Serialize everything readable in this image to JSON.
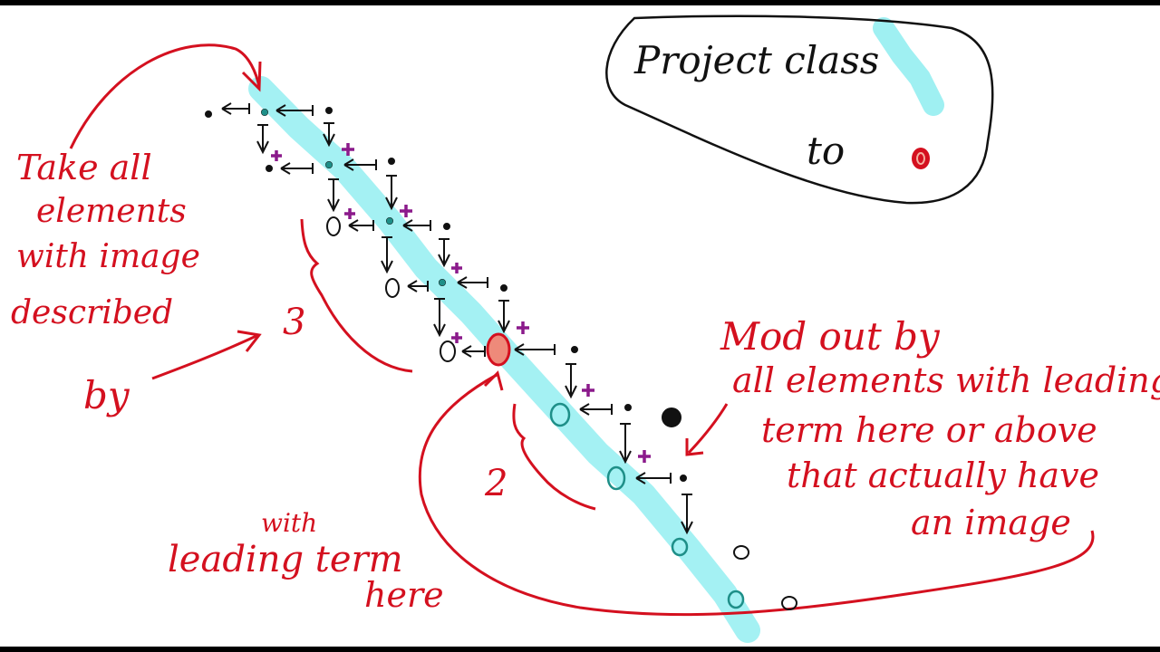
{
  "colors": {
    "red_ink": "#d4101f",
    "black_ink": "#111111",
    "highlight": "#9ff0f2",
    "purple_ink": "#8b1a8b",
    "teal_ink": "#1e8f88",
    "background": "#ffffff"
  },
  "box": {
    "line1": "Project class",
    "line2": "to"
  },
  "notes": {
    "take_all": [
      "Take all",
      "elements",
      "with image",
      "described",
      "by"
    ],
    "three": "3",
    "two": "2",
    "with_leading": [
      "with",
      "leading term",
      "here"
    ],
    "mod_out": [
      "Mod out by",
      "all elements with leading",
      "term here or above",
      "that actually have",
      "an image"
    ]
  }
}
